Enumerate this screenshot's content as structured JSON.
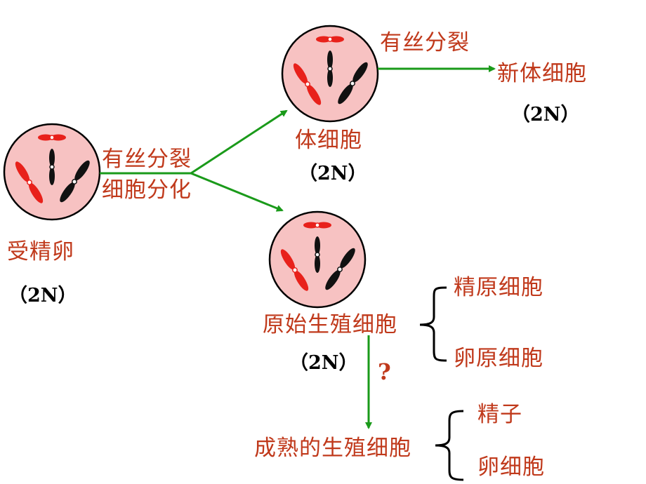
{
  "colors": {
    "cell_fill": "#f7c2c2",
    "cell_border": "#000000",
    "chromosome_red": "#e8211b",
    "chromosome_black": "#111111",
    "arrow": "#1a9a1a",
    "label": "#c0391b",
    "bracket": "#000000"
  },
  "labels": {
    "zygote": "受精卵",
    "zygote_ploidy": "（2N）",
    "division_1_a": "有丝分裂",
    "division_1_b": "细胞分化",
    "somatic_cell": "体细胞",
    "somatic_ploidy": "（2N）",
    "division_2": "有丝分裂",
    "new_somatic_cell": "新体细胞",
    "new_somatic_ploidy": "（2N）",
    "primordial_germ_cell": "原始生殖细胞",
    "primordial_ploidy": "（2N）",
    "spermatogonium": "精原细胞",
    "oogonium": "卵原细胞",
    "question_mark": "?",
    "mature_germ_cell": "成熟的生殖细胞",
    "sperm": "精子",
    "egg_cell": "卵细胞"
  },
  "icons": [
    "cell-icon",
    "chromosome-icon",
    "arrow-icon",
    "brace-icon"
  ]
}
